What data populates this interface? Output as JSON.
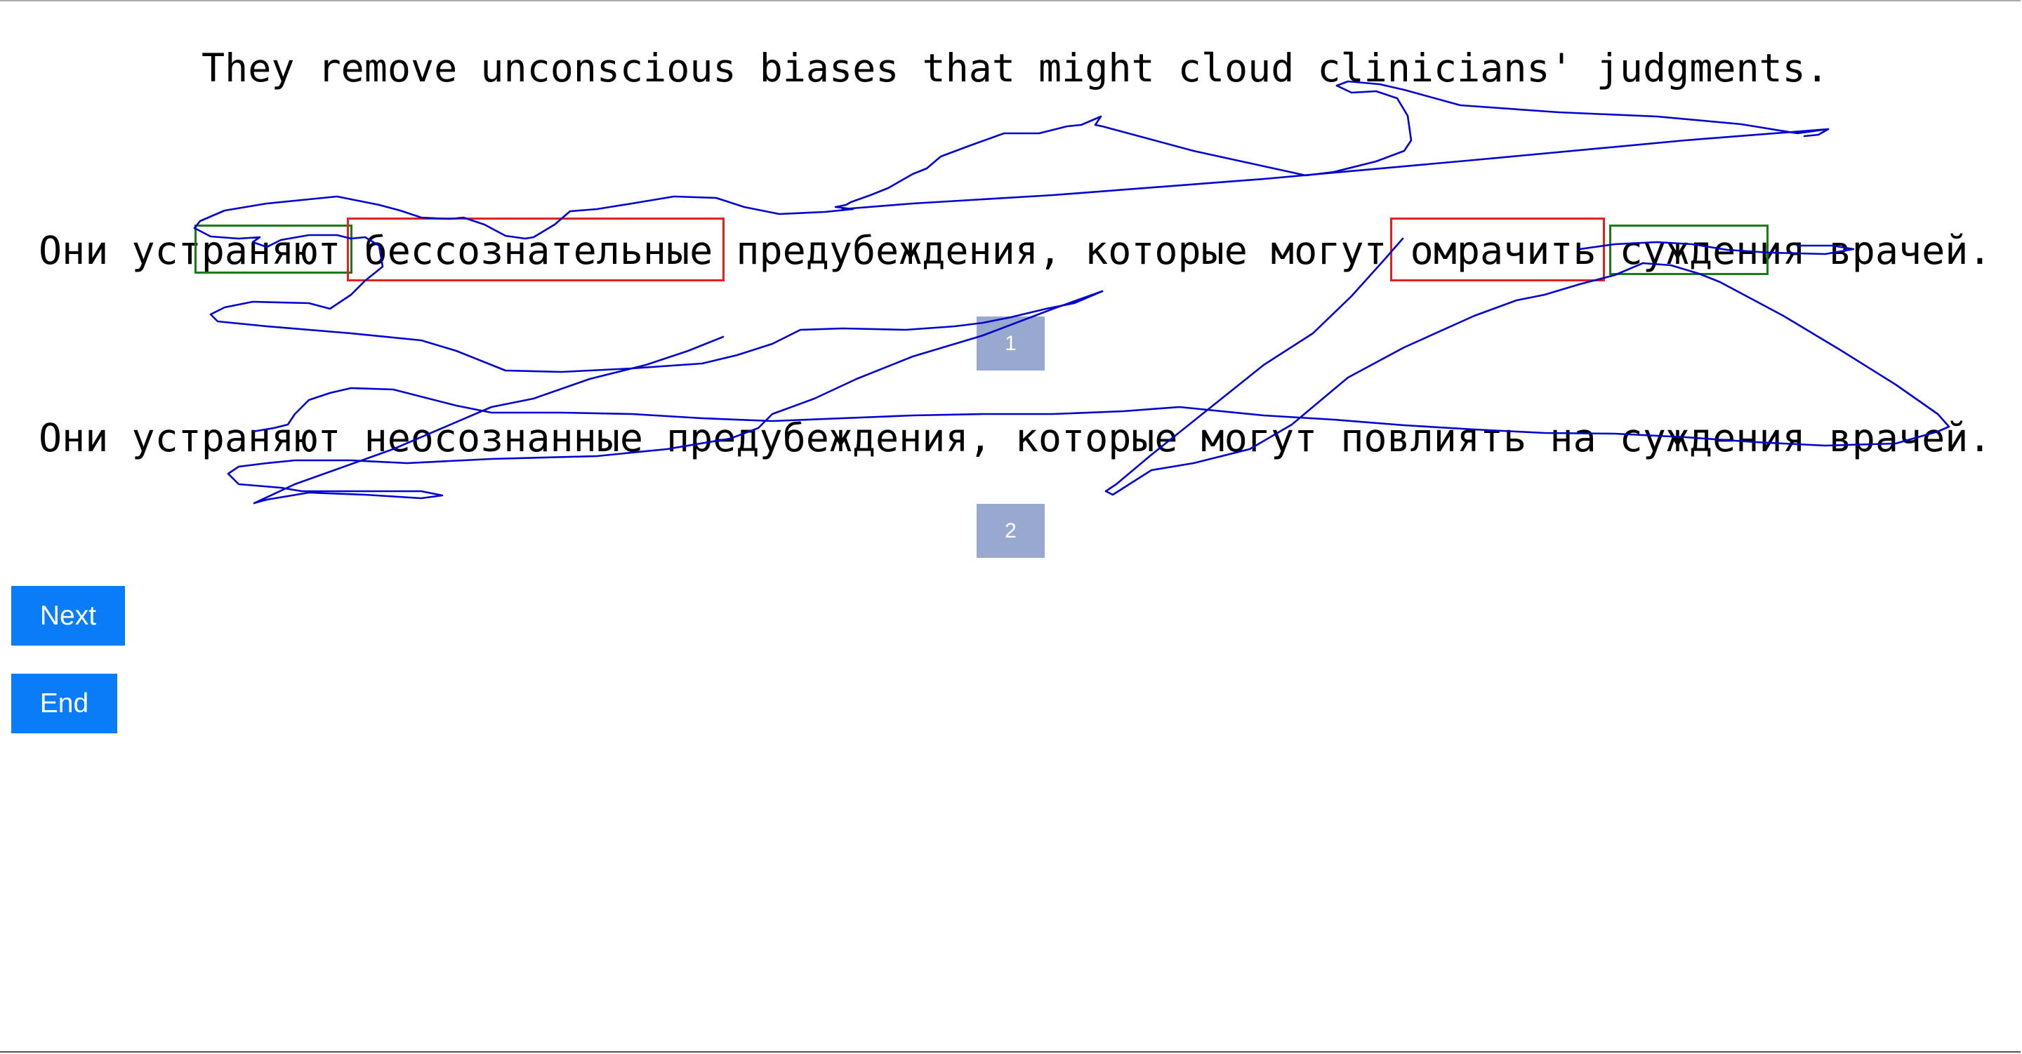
{
  "source_sentence": "They remove unconscious biases that might cloud clinicians' judgments.",
  "translation_1": "Они устраняют бессознательные предубеждения, которые могут омрачить суждения врачей.",
  "translation_2": "Они устраняют неосознанные предубеждения, которые могут повлиять на суждения врачей.",
  "badges": [
    "1",
    "2"
  ],
  "buttons": {
    "next_label": "Next",
    "end_label": "End"
  },
  "highlights": [
    {
      "word": "раняют",
      "color": "green"
    },
    {
      "word": "бессознательные",
      "color": "red"
    },
    {
      "word": "омрачить",
      "color": "red"
    },
    {
      "word": "суждения",
      "color": "green"
    }
  ],
  "colors": {
    "highlight_green": "#1a7a1a",
    "highlight_red": "#dd2222",
    "button_blue": "#0a7cf8",
    "badge_blue": "#98a8cf",
    "scribble_blue": "#0000cc"
  }
}
